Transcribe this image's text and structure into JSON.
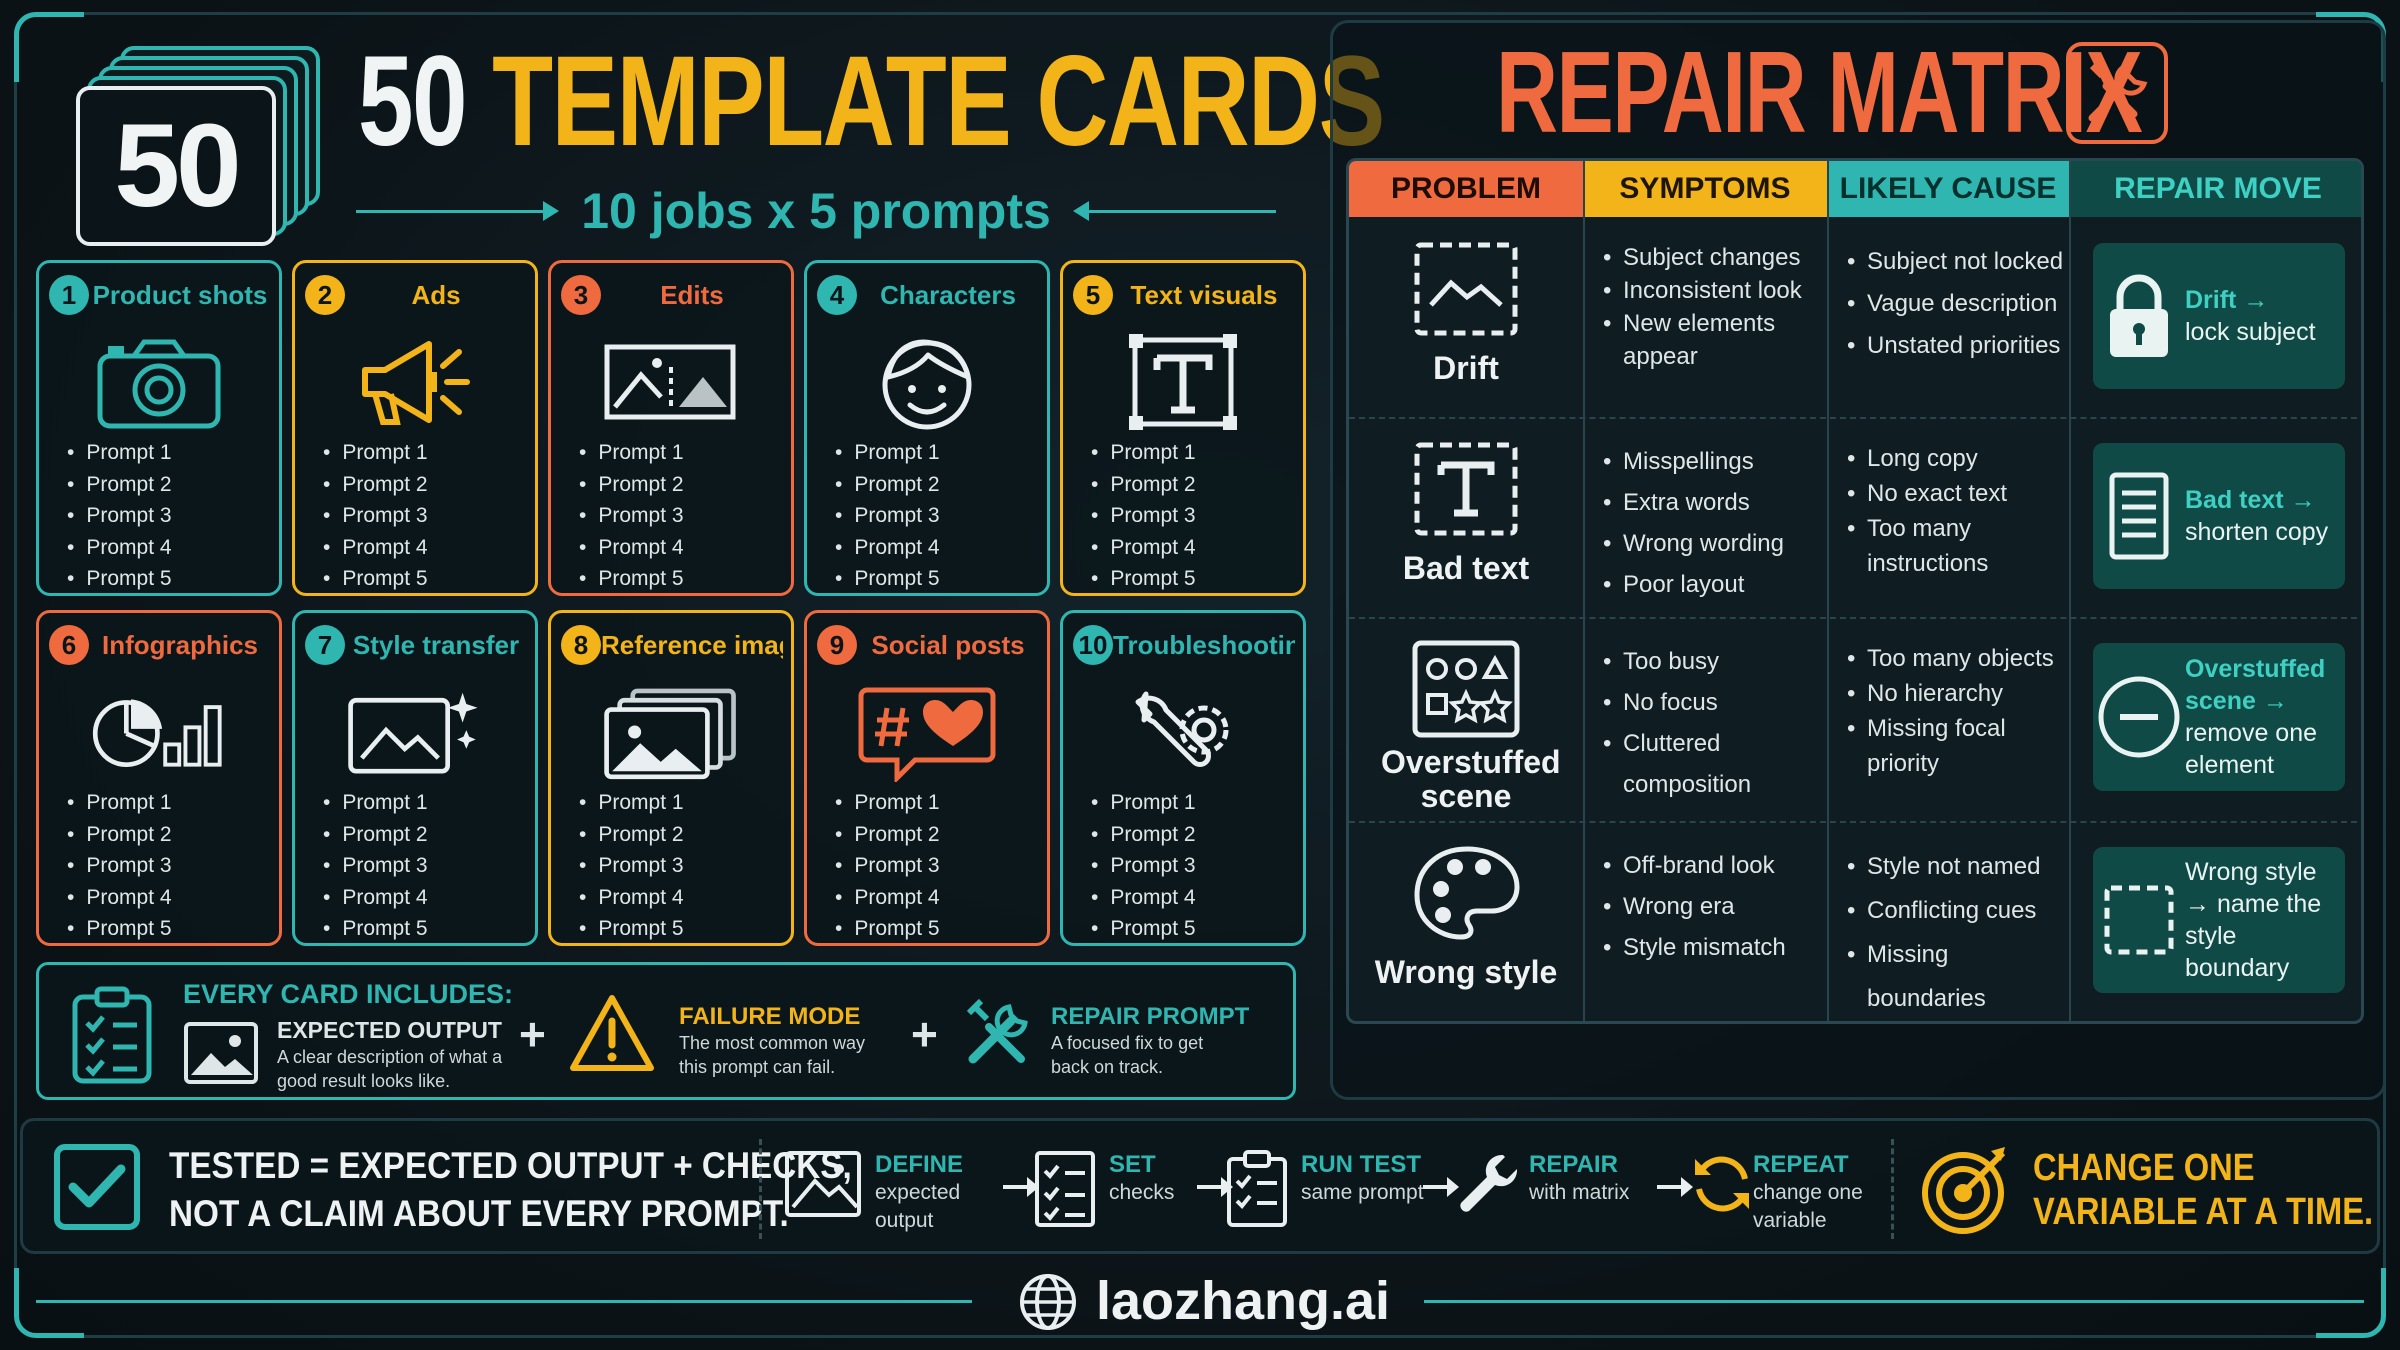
{
  "header": {
    "badge": "50",
    "title_number": "50",
    "title_text": "TEMPLATE CARDS",
    "subtitle": "10 jobs x 5 prompts"
  },
  "cards": [
    {
      "num": "1",
      "title": "Product shots",
      "icon": "camera-icon",
      "color": "#2fb6b0",
      "prompts": [
        "Prompt 1",
        "Prompt 2",
        "Prompt 3",
        "Prompt 4",
        "Prompt 5"
      ]
    },
    {
      "num": "2",
      "title": "Ads",
      "icon": "megaphone-icon",
      "color": "#f2b418",
      "prompts": [
        "Prompt 1",
        "Prompt 2",
        "Prompt 3",
        "Prompt 4",
        "Prompt 5"
      ]
    },
    {
      "num": "3",
      "title": "Edits",
      "icon": "image-edit-icon",
      "color": "#f06a3f",
      "prompts": [
        "Prompt 1",
        "Prompt 2",
        "Prompt 3",
        "Prompt 4",
        "Prompt 5"
      ]
    },
    {
      "num": "4",
      "title": "Characters",
      "icon": "face-icon",
      "color": "#2fb6b0",
      "prompts": [
        "Prompt 1",
        "Prompt 2",
        "Prompt 3",
        "Prompt 4",
        "Prompt 5"
      ]
    },
    {
      "num": "5",
      "title": "Text visuals",
      "icon": "text-frame-icon",
      "color": "#f2b418",
      "prompts": [
        "Prompt 1",
        "Prompt 2",
        "Prompt 3",
        "Prompt 4",
        "Prompt 5"
      ]
    },
    {
      "num": "6",
      "title": "Infographics",
      "icon": "pie-bar-chart-icon",
      "color": "#f06a3f",
      "prompts": [
        "Prompt 1",
        "Prompt 2",
        "Prompt 3",
        "Prompt 4",
        "Prompt 5"
      ]
    },
    {
      "num": "7",
      "title": "Style transfer",
      "icon": "image-sparkle-icon",
      "color": "#2fb6b0",
      "prompts": [
        "Prompt 1",
        "Prompt 2",
        "Prompt 3",
        "Prompt 4",
        "Prompt 5"
      ]
    },
    {
      "num": "8",
      "title": "Reference images",
      "icon": "image-stack-icon",
      "color": "#f2b418",
      "prompts": [
        "Prompt 1",
        "Prompt 2",
        "Prompt 3",
        "Prompt 4",
        "Prompt 5"
      ]
    },
    {
      "num": "9",
      "title": "Social posts",
      "icon": "hashtag-heart-icon",
      "color": "#f06a3f",
      "prompts": [
        "Prompt 1",
        "Prompt 2",
        "Prompt 3",
        "Prompt 4",
        "Prompt 5"
      ]
    },
    {
      "num": "10",
      "title": "Troubleshooting",
      "icon": "wrench-gear-icon",
      "color": "#2fb6b0",
      "prompts": [
        "Prompt 1",
        "Prompt 2",
        "Prompt 3",
        "Prompt 4",
        "Prompt 5"
      ]
    }
  ],
  "includes": {
    "heading": "EVERY CARD INCLUDES:",
    "expected_label": "EXPECTED OUTPUT",
    "expected_desc": "A clear description of what a good result looks like.",
    "failure_label": "FAILURE MODE",
    "failure_desc": "The most common way this prompt can fail.",
    "repair_label": "REPAIR PROMPT",
    "repair_desc": "A focused fix to get back on track.",
    "plus": "+"
  },
  "matrix": {
    "title": "REPAIR MATRIX",
    "headers": [
      "PROBLEM",
      "SYMPTOMS",
      "LIKELY CAUSE",
      "REPAIR MOVE"
    ],
    "header_colors": [
      "#f06a3f",
      "#f2b418",
      "#2fb6b0",
      "#0f4a46"
    ],
    "rows": [
      {
        "problem": "Drift",
        "icon": "dashed-image-icon",
        "symptoms": [
          "Subject changes",
          "Inconsistent look",
          "New elements appear"
        ],
        "causes": [
          "Subject not locked",
          "Vague description",
          "Unstated priorities"
        ],
        "repair_bold": "Drift →",
        "repair_rest": "lock subject",
        "repair_icon": "lock-icon"
      },
      {
        "problem": "Bad text",
        "icon": "dashed-text-icon",
        "symptoms": [
          "Misspellings",
          "Extra words",
          "Wrong wording",
          "Poor layout"
        ],
        "causes": [
          "Long copy",
          "No exact text",
          "Too many instructions"
        ],
        "repair_bold": "Bad text →",
        "repair_rest": "shorten copy",
        "repair_icon": "document-icon"
      },
      {
        "problem": "Overstuffed scene",
        "icon": "shapes-grid-icon",
        "symptoms": [
          "Too busy",
          "No focus",
          "Cluttered composition"
        ],
        "causes": [
          "Too many objects",
          "No hierarchy",
          "Missing focal priority"
        ],
        "repair_bold": "Overstuffed scene →",
        "repair_rest": "remove one element",
        "repair_icon": "minus-circle-icon"
      },
      {
        "problem": "Wrong style",
        "icon": "palette-icon",
        "symptoms": [
          "Off-brand look",
          "Wrong era",
          "Style mismatch"
        ],
        "causes": [
          "Style not named",
          "Conflicting cues",
          "Missing boundaries"
        ],
        "repair_bold": "",
        "repair_rest": "Wrong style → name the style boundary",
        "repair_icon": "dashed-square-icon"
      }
    ]
  },
  "strip": {
    "tested_line1": "TESTED = EXPECTED OUTPUT + CHECKS,",
    "tested_line2": "NOT A CLAIM ABOUT EVERY PROMPT.",
    "steps": [
      {
        "label": "DEFINE",
        "desc1": "expected",
        "desc2": "output",
        "icon": "image-icon"
      },
      {
        "label": "SET",
        "desc1": "checks",
        "desc2": "",
        "icon": "checklist-icon"
      },
      {
        "label": "RUN TEST",
        "desc1": "same prompt",
        "desc2": "",
        "icon": "clipboard-icon"
      },
      {
        "label": "REPAIR",
        "desc1": "with matrix",
        "desc2": "",
        "icon": "wrench-icon"
      },
      {
        "label": "REPEAT",
        "desc1": "change one",
        "desc2": "variable",
        "icon": "refresh-icon"
      }
    ],
    "change_line1": "CHANGE ONE",
    "change_line2": "VARIABLE AT A TIME."
  },
  "footer": {
    "brand": "laozhang.ai"
  },
  "colors": {
    "teal": "#2fb6b0",
    "gold": "#f2b418",
    "orange": "#f06a3f",
    "bg": "#0c1519"
  }
}
